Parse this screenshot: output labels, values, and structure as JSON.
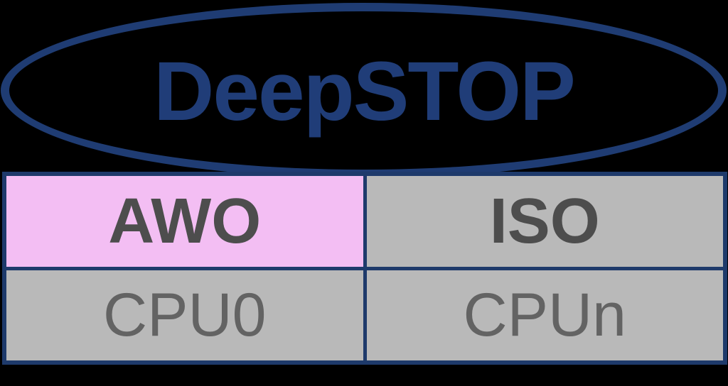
{
  "diagram": {
    "title_bubble": {
      "label": "DeepSTOP",
      "shape": "ellipse",
      "stroke_color": "#1f3c73",
      "text_color": "#203d78"
    },
    "table": {
      "border_color": "#1e3a6b",
      "headers": [
        {
          "label": "AWO",
          "background": "#f3bef3",
          "highlighted": true
        },
        {
          "label": "ISO",
          "background": "#b9b9b9",
          "highlighted": false
        }
      ],
      "rows": [
        [
          "CPU0",
          "CPUn"
        ]
      ],
      "header_text_color": "#4d4d4d",
      "row_text_color": "#636363"
    },
    "background_color": "#000000"
  }
}
